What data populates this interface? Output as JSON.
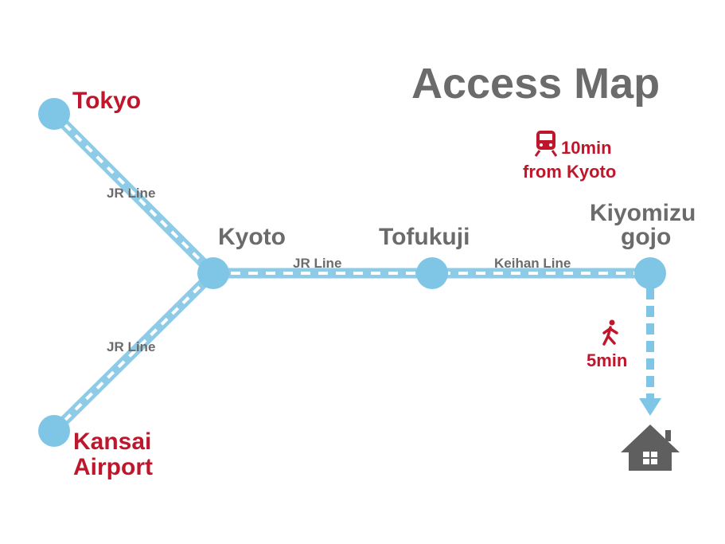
{
  "title": "Access Map",
  "colors": {
    "line": "#8ecbe6",
    "station": "#7fc6e6",
    "accent": "#c0162c",
    "text": "#6b6b6b"
  },
  "stations": {
    "tokyo": "Tokyo",
    "kansai_line1": "Kansai",
    "kansai_line2": "Airport",
    "kyoto": "Kyoto",
    "tofukuji": "Tofukuji",
    "kiyomizu_line1": "Kiyomizu",
    "kiyomizu_line2": "gojo"
  },
  "lines": {
    "tokyo_kyoto": "JR Line",
    "kansai_kyoto": "JR Line",
    "kyoto_tofukuji": "JR Line",
    "tofukuji_kiyomizu": "Keihan Line"
  },
  "train_note": {
    "time": "10min",
    "from": "from Kyoto",
    "icon": "train-icon"
  },
  "walk_note": {
    "time": "5min",
    "icon": "walking-person-icon"
  },
  "destination": {
    "icon": "house-icon"
  }
}
